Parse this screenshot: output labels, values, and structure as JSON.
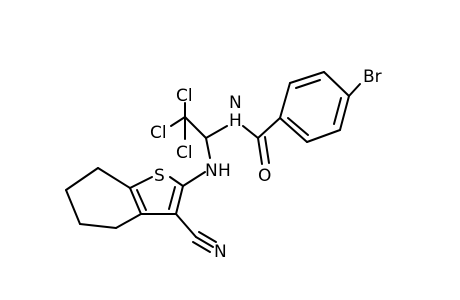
{
  "atoms": {
    "br": "Br",
    "nh_amide": "N",
    "nh_amide_h": "H",
    "o": "O",
    "cl1": "Cl",
    "cl2": "Cl",
    "cl3": "Cl",
    "nh_amine": "N",
    "nh_amine_h": "H",
    "s": "S",
    "n_nitrile": "N"
  },
  "colors": {
    "background": "#ffffff",
    "bonds": "#000000",
    "text": "#000000"
  }
}
